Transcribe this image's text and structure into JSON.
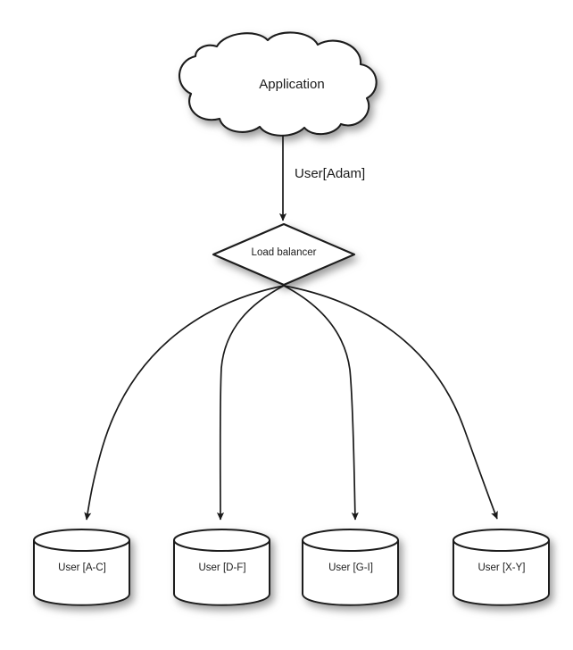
{
  "diagram": {
    "title_node": {
      "id": "application-cloud",
      "shape": "cloud",
      "label": "Application"
    },
    "edges": [
      {
        "id": "app-to-lb",
        "from": "application-cloud",
        "to": "load-balancer",
        "label": "User[Adam]",
        "style": "straight-arrow"
      },
      {
        "id": "lb-to-db1",
        "from": "load-balancer",
        "to": "db-user-a-c",
        "label": "",
        "style": "curved-arrow"
      },
      {
        "id": "lb-to-db2",
        "from": "load-balancer",
        "to": "db-user-d-f",
        "label": "",
        "style": "curved-arrow"
      },
      {
        "id": "lb-to-db3",
        "from": "load-balancer",
        "to": "db-user-g-i",
        "label": "",
        "style": "curved-arrow"
      },
      {
        "id": "lb-to-db4",
        "from": "load-balancer",
        "to": "db-user-x-y",
        "label": "",
        "style": "curved-arrow"
      }
    ],
    "balancer": {
      "id": "load-balancer",
      "shape": "diamond",
      "label": "Load balancer"
    },
    "databases": [
      {
        "id": "db-user-a-c",
        "shape": "cylinder",
        "label": "User [A-C]"
      },
      {
        "id": "db-user-d-f",
        "shape": "cylinder",
        "label": "User [D-F]"
      },
      {
        "id": "db-user-g-i",
        "shape": "cylinder",
        "label": "User [G-I]"
      },
      {
        "id": "db-user-x-y",
        "shape": "cylinder",
        "label": "User [X-Y]"
      }
    ],
    "colors": {
      "background": "#ffffff",
      "stroke": "#1a1a1a",
      "fill": "#ffffff",
      "text": "#1b1b1b",
      "shadow": "#9a9a9a"
    }
  }
}
